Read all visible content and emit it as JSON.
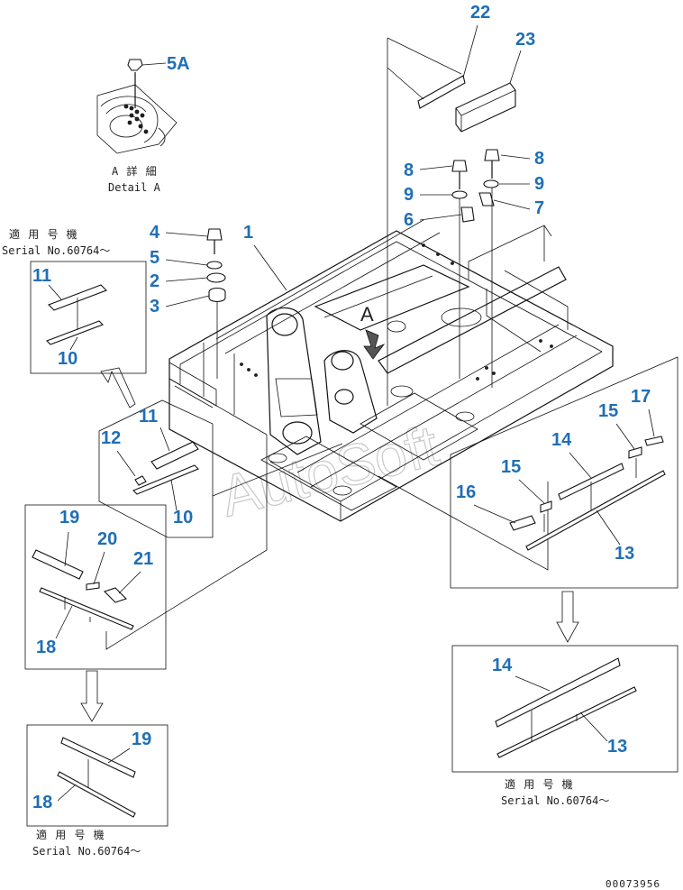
{
  "callouts": {
    "c1": "1",
    "c2": "2",
    "c3": "3",
    "c4": "4",
    "c5": "5",
    "c5a": "5A",
    "c6": "6",
    "c7": "7",
    "c8a": "8",
    "c8b": "8",
    "c9a": "9",
    "c9b": "9",
    "c10a": "10",
    "c10b": "10",
    "c11a": "11",
    "c11b": "11",
    "c12": "12",
    "c13a": "13",
    "c13b": "13",
    "c14a": "14",
    "c14b": "14",
    "c15a": "15",
    "c15b": "15",
    "c16": "16",
    "c17": "17",
    "c18a": "18",
    "c18b": "18",
    "c19a": "19",
    "c19b": "19",
    "c20": "20",
    "c21": "21",
    "c22": "22",
    "c23": "23",
    "arrowA": "A"
  },
  "detail": {
    "jp": "A 詳 細",
    "en": "Detail A"
  },
  "applicable": {
    "jp": "適 用 号 機",
    "serial": "Serial No.60764～"
  },
  "watermark": "AutoSoft",
  "drawing_code": "00073956"
}
